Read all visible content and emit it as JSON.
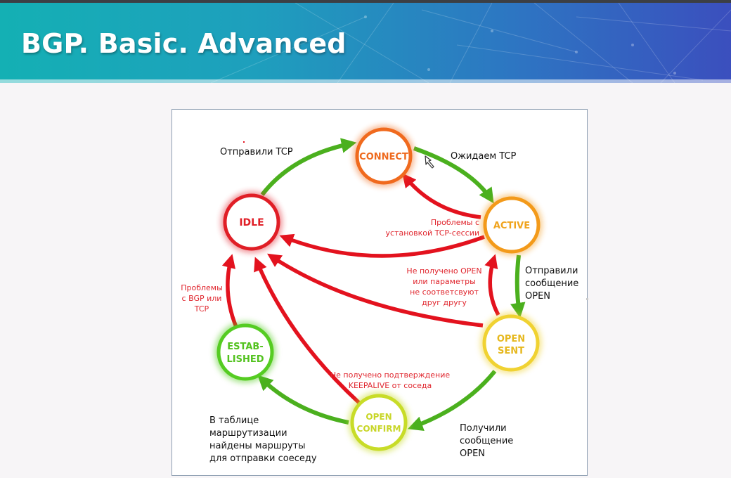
{
  "slide": {
    "title": "BGP. Basic. Advanced"
  },
  "diagram": {
    "states": {
      "connect": "CONNECT",
      "idle": "IDLE",
      "active": "ACTIVE",
      "opensent": [
        "OPEN",
        "SENT"
      ],
      "established": [
        "ESTAB-",
        "LISHED"
      ],
      "openconfirm": [
        "OPEN",
        "CONFIRM"
      ]
    },
    "labels": {
      "idle_to_connect": "Отправили TCP",
      "connect_to_active": "Ожидаем TCP",
      "active_problems": [
        "Проблемы с",
        "установкой TCP-сессии"
      ],
      "opensent_problems": [
        "Не получено OPEN",
        "или параметры",
        "не соответсвуют",
        "друг другу"
      ],
      "active_to_opensent": [
        "Отправили",
        "сообщение",
        "OPEN"
      ],
      "established_problems": [
        "Проблемы",
        "с BGP или",
        "TCP"
      ],
      "openconfirm_problems": [
        "Не получено подтверждение",
        "KEEPALIVE от соседа"
      ],
      "opensent_to_openconfirm": [
        "Получили",
        "сообщение",
        "OPEN"
      ],
      "openconfirm_to_established": [
        "В таблице",
        "маршрутизации",
        "найдены маршруты",
        "для отправки соеседу"
      ]
    },
    "colors": {
      "green_arrow": "#4bb01e",
      "red_arrow": "#e3121e",
      "red_text": "#e0262e",
      "connect": "#f06a1e",
      "idle": "#e01e26",
      "active": "#f39a1a",
      "opensent": "#f0d232",
      "established": "#55cc22",
      "openconfirm": "#c8dc28"
    }
  }
}
